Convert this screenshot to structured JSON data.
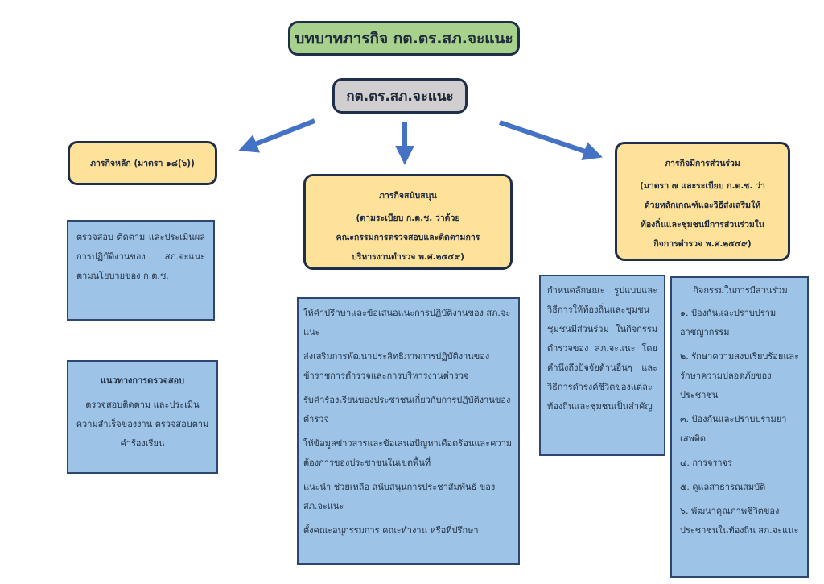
{
  "header": {
    "title": "บทบาทภารกิจ กต.ตร.สภ.จะแนะ",
    "root_node": "กต.ตร.สภ.จะแนะ"
  },
  "left": {
    "heading": "ภารกิจหลัก  (มาตรา ๑๘(๖))",
    "detail": "ตรวจสอบ ติดตาม และประเมินผลการปฏิบัติงานของ สภ.จะแนะ ตามนโยบายของ ก.ต.ช.",
    "guideline_title": "แนวทางการตรวจสอบ",
    "guideline_text": "ตรวจสอบติดตาม  และประเมินความสำเร็จของงาน ตรวจสอบตามคำร้องเรียน"
  },
  "center": {
    "heading": "ภารกิจสนับสนุน",
    "subheading_lines": [
      "(ตามระเบียบ  ก.ต.ช. ว่าด้วย",
      "คณะกรรมการตรวจสอบและติดตามการ",
      "บริหารงานตำรวจ พ.ศ.๒๕๔๙)"
    ],
    "items": [
      "ให้คำปรึกษาและข้อเสนอแนะการปฏิบัติงานของ สภ.จะแนะ",
      "ส่งเสริมการพัฒนาประสิทธิภาพการปฏิบัติงานของข้าราชการตำรวจและการบริหารงานตำรวจ",
      "รับคำร้องเรียนของประชาชนเกี่ยวกับการปฏิบัติงานของตำรวจ",
      "ให้ข้อมูลข่าวสารและข้อเสนอปัญหาเดือดร้อนและความต้องการของประชาชนในเขตพื้นที่",
      "แนะนำ ช่วยเหลือ  สนับสนุนการประชาสัมพันธ์ ของ สภ.จะแนะ",
      "ตั้งคณะอนุกรรมการ  คณะทำงาน หรือที่ปรึกษา"
    ]
  },
  "right": {
    "heading": "ภารกิจมีการส่วนร่วม",
    "subheading_lines": [
      "(มาตรา ๗ และระเบียบ ก.ต.ช. ว่า",
      "ด้วยหลักเกณฑ์และวิธีส่งเสริมให้",
      "ท้องถิ่นและชุมชนมีการส่วนร่วมใน",
      "กิจการตำรวจ พ.ศ.๒๕๔๙)"
    ],
    "detail": "กำหนดลักษณะ รูปแบบและวิธีการให้ท้องถิ่นและชุมชนชุมชนมีส่วนร่วม ในกิจกรรมตำรวจของ สภ.จะแนะ โดยคำนึงถึงปัจจัยด้านอื่นๆ และวิธีการดำรงค์ชีวิตของแต่ละท้องถิ่นและชุมชนเป็นสำคัญ",
    "activities_title": "กิจกรรมในการมีส่วนร่วม",
    "activities": [
      "๑. ป้องกันและปราบปรามอาชญากรรม",
      "๒. รักษาความสงบเรียบร้อยและรักษาความปลอดภัยของประชาชน",
      "๓. ป้องกันและปราบปรามยาเสพติด",
      "๔. การจราจร",
      "๕. ดูแลสาธารณสมบัติ",
      "๖. พัฒนาคุณภาพชีวิตของประชาชนในท้องถิ่น สภ.จะแนะ"
    ]
  },
  "colors": {
    "title_fill": "#a9d18e",
    "root_fill": "#d0cece",
    "mission_fill": "#ffe29a",
    "detail_fill": "#9dc3e6",
    "arrow": "#4472c4",
    "border": "#1f2f4a"
  }
}
